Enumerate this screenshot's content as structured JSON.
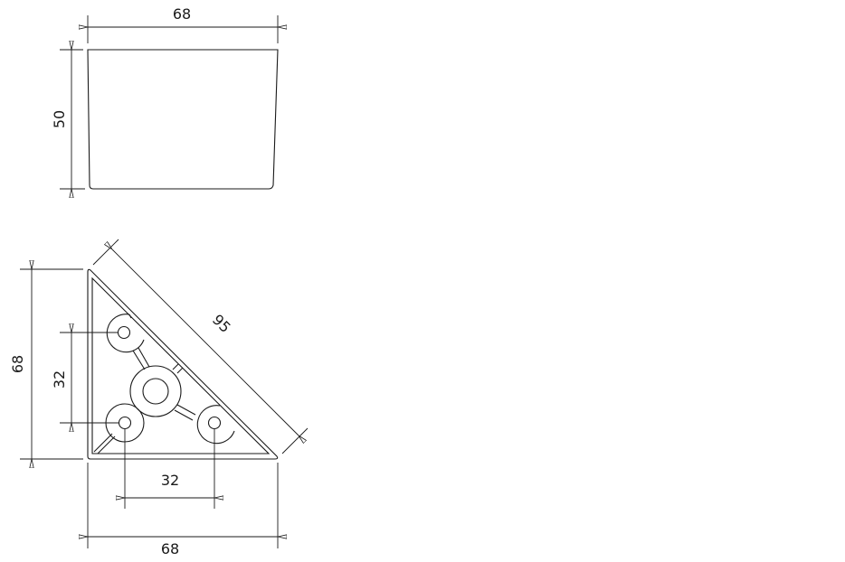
{
  "drawing": {
    "type": "technical-drawing",
    "subject": "triangular corner furniture leg",
    "stroke_color": "#1a1a1a",
    "background": "#ffffff"
  },
  "side_view": {
    "width_label": "68",
    "height_label": "50"
  },
  "top_view": {
    "height_label": "68",
    "hole_spacing_vertical_label": "32",
    "hypotenuse_label": "95",
    "hole_spacing_horizontal_label": "32",
    "width_label": "68"
  }
}
